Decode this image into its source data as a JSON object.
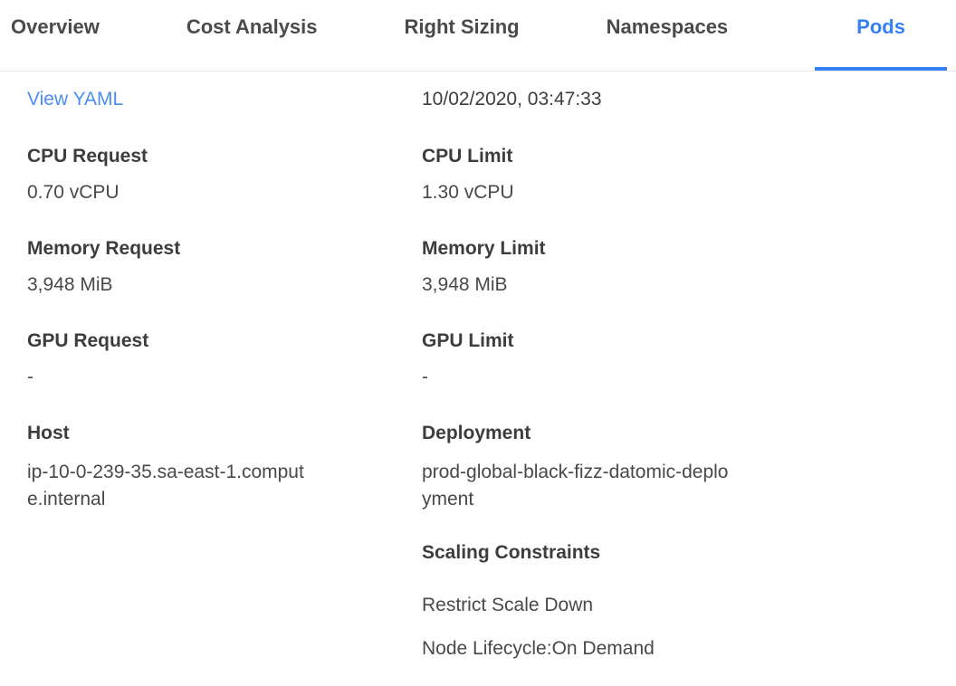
{
  "tabs": {
    "items": [
      {
        "label": "Overview",
        "active": false
      },
      {
        "label": "Cost Analysis",
        "active": false
      },
      {
        "label": "Right Sizing",
        "active": false
      },
      {
        "label": "Namespaces",
        "active": false
      },
      {
        "label": "Pods",
        "active": true
      }
    ]
  },
  "pod_details": {
    "view_yaml_label": "View YAML",
    "timestamp": "10/02/2020, 03:47:33",
    "left_fields": [
      {
        "label": "CPU Request",
        "value": "0.70 vCPU"
      },
      {
        "label": "Memory Request",
        "value": "3,948 MiB"
      },
      {
        "label": "GPU Request",
        "value": "-"
      },
      {
        "label": "Host",
        "value": "ip-10-0-239-35.sa-east-1.compute.internal",
        "is_link": true
      }
    ],
    "right_fields": [
      {
        "label": "CPU Limit",
        "value": "1.30 vCPU"
      },
      {
        "label": "Memory Limit",
        "value": "3,948 MiB"
      },
      {
        "label": "GPU Limit",
        "value": "-"
      },
      {
        "label": "Deployment",
        "value": "prod-global-black-fizz-datomic-deployment",
        "is_link": true
      }
    ],
    "scaling_constraints": {
      "title": "Scaling Constraints",
      "items": [
        "Restrict Scale Down",
        "Node Lifecycle:On Demand"
      ]
    }
  },
  "colors": {
    "accent_blue": "#3580f2",
    "link_blue": "#4a8ef2",
    "tab_text": "#4a4a4a",
    "label_text": "#3d3d3d",
    "value_text": "#494949",
    "divider": "#e9e9e9"
  }
}
